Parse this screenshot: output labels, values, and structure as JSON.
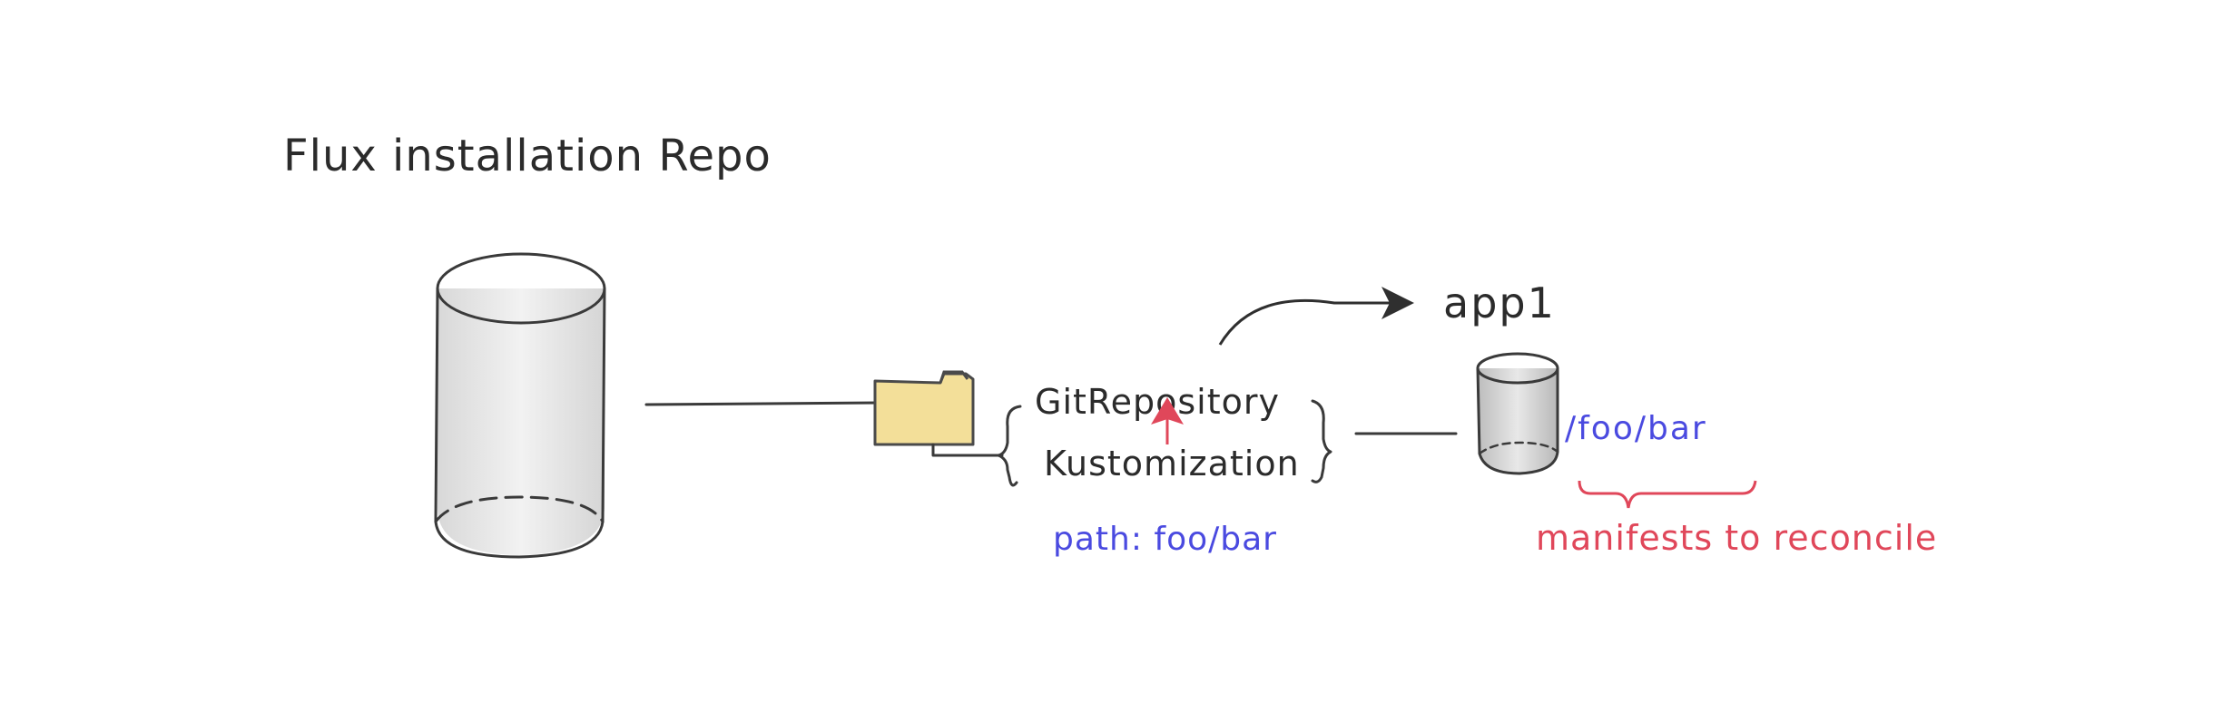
{
  "title": "Flux installation Repo",
  "colors": {
    "ink": "#3a3a3a",
    "blue": "#4a4ae0",
    "red": "#e0475a",
    "folder": "#f3df99",
    "cylinder_fill": "#e9e9e9"
  },
  "resources": {
    "git_repository": "GitRepository",
    "kustomization": "Kustomization",
    "path_label": "path: foo/bar"
  },
  "target": {
    "name": "app1",
    "path": "/foo/bar",
    "annotation": "manifests to reconcile"
  },
  "icons": {
    "install_repo": "cylinder-icon",
    "folder": "folder-icon",
    "app_repo": "cylinder-icon"
  }
}
